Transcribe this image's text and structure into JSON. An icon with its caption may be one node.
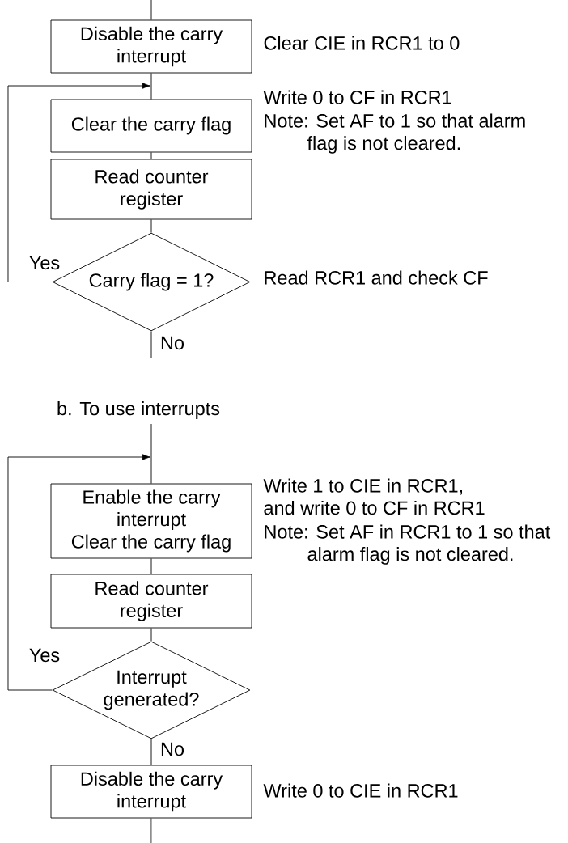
{
  "diagram": {
    "nodes": [
      {
        "text": [
          "Disable the carry interrupt"
        ],
        "beside": [
          "Clear CIE in RCR1 to 0"
        ]
      },
      {
        "text": [
          "Clear the carry flag"
        ],
        "beside": [
          "Write 0 to CF in RCR1",
          "Note: Set AF to 1 so that alarm flag is not cleared."
        ]
      },
      {
        "text": [
          "Read counter register"
        ]
      },
      {
        "text": [
          "Carry flag = 1?"
        ],
        "beside": [
          "Read RCR1 and check CF"
        ]
      },
      {
        "text": [
          "b. To use interrupts"
        ]
      },
      {
        "text": [
          "Enable the carry interrupt",
          "Clear the carry flag"
        ],
        "beside": [
          "Write 1 to CIE in RCR1, and write 0 to CF in RCR1",
          "Note: Set AF in RCR1 to 1 so that alarm flag is not cleared."
        ]
      },
      {
        "text": [
          "Read counter register"
        ]
      },
      {
        "text": [
          "Interrupt generated?"
        ]
      },
      {
        "text": [
          "Disable the carry interrupt"
        ],
        "beside": [
          "Write 0 to CIE in RCR1"
        ]
      }
    ],
    "edges": [
      {
        "from": null,
        "to": 0,
        "arrow": "none"
      },
      {
        "from": 0,
        "to": 1,
        "arrow": "none"
      },
      {
        "from": 1,
        "to": 2,
        "arrow": "none"
      },
      {
        "from": 2,
        "to": 3,
        "arrow": "none"
      },
      {
        "from": 3,
        "to": 1,
        "arrow": "to",
        "label": "Yes"
      },
      {
        "from": 3,
        "to": null,
        "arrow": "none",
        "label": "No"
      },
      {
        "from": 4,
        "to": 5,
        "arrow": "none"
      },
      {
        "from": 7,
        "to": 5,
        "arrow": "to",
        "label": "Yes"
      },
      {
        "from": 5,
        "to": 6,
        "arrow": "none"
      },
      {
        "from": 6,
        "to": 7,
        "arrow": "none"
      },
      {
        "from": 7,
        "to": 8,
        "arrow": "none",
        "label": "No"
      },
      {
        "from": 8,
        "to": null,
        "arrow": "none"
      }
    ]
  }
}
